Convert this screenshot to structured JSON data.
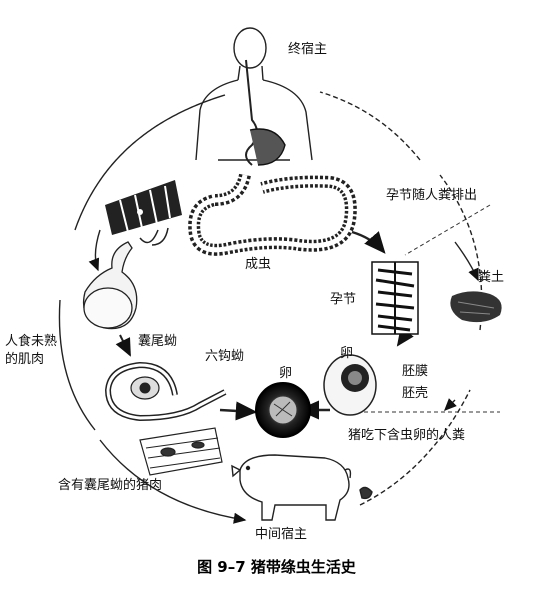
{
  "labels": {
    "definitive_host": "终宿主",
    "proglottid_out": "孕节随人粪排出",
    "adult_worm": "成虫",
    "proglottid": "孕节",
    "feces_soil": "粪土",
    "human_eats_line1": "人食未熟",
    "human_eats_line2": "的肌肉",
    "cysticercus": "囊尾蚴",
    "hexacanth": "六钩蚴",
    "egg_left": "卵",
    "egg_right": "卵",
    "embryonic_membrane": "胚膜",
    "embryophore": "胚壳",
    "pig_eats": "猪吃下含虫卵的人粪",
    "infected_pork": "含有囊尾蚴的猪肉",
    "intermediate_host": "中间宿主"
  },
  "caption": "图 9–7   猪带绦虫生活史"
}
